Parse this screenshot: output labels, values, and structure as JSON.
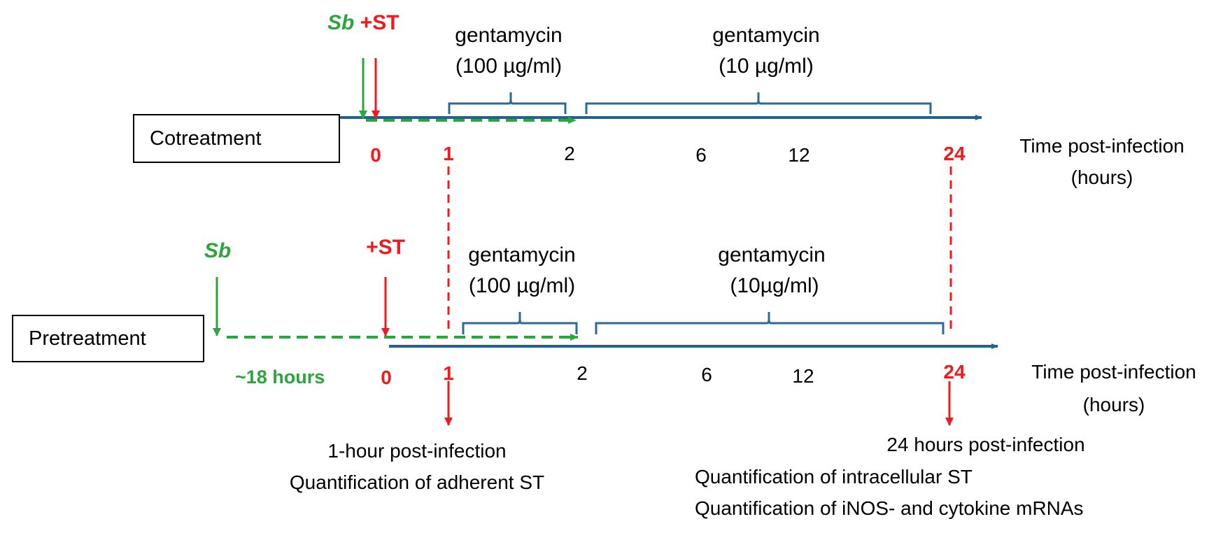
{
  "colors": {
    "axis": "#1f6391",
    "bracket": "#2a6a96",
    "sb_green": "#2aa63c",
    "st_red": "#f2191c"
  },
  "cotreatment": {
    "label": "Cotreatment",
    "sb_label": "Sb",
    "st_label": "+ST",
    "gent_high": {
      "name": "gentamycin",
      "dose": "(100 µg/ml)"
    },
    "gent_low": {
      "name": "gentamycin",
      "dose": "(10 µg/ml)"
    },
    "ticks": [
      "0",
      "1",
      "2",
      "6",
      "12",
      "24"
    ],
    "axis_title_line1": "Time post-infection",
    "axis_title_line2": "(hours)"
  },
  "pretreatment": {
    "label": "Pretreatment",
    "sb_label": "Sb",
    "st_label": "+ST",
    "preincubation": "~18 hours",
    "gent_high": {
      "name": "gentamycin",
      "dose": "(100 µg/ml)"
    },
    "gent_low": {
      "name": "gentamycin",
      "dose": "(10µg/ml)"
    },
    "ticks": [
      "0",
      "1",
      "2",
      "6",
      "12",
      "24"
    ],
    "axis_title_line1": "Time post-infection",
    "axis_title_line2": "(hours)"
  },
  "readouts": {
    "early": {
      "line1": "1-hour post-infection",
      "line2": "Quantification of adherent ST"
    },
    "late": {
      "line1": "24 hours post-infection",
      "line2": "Quantification of intracellular ST",
      "line3": "Quantification of iNOS- and cytokine mRNAs"
    }
  }
}
